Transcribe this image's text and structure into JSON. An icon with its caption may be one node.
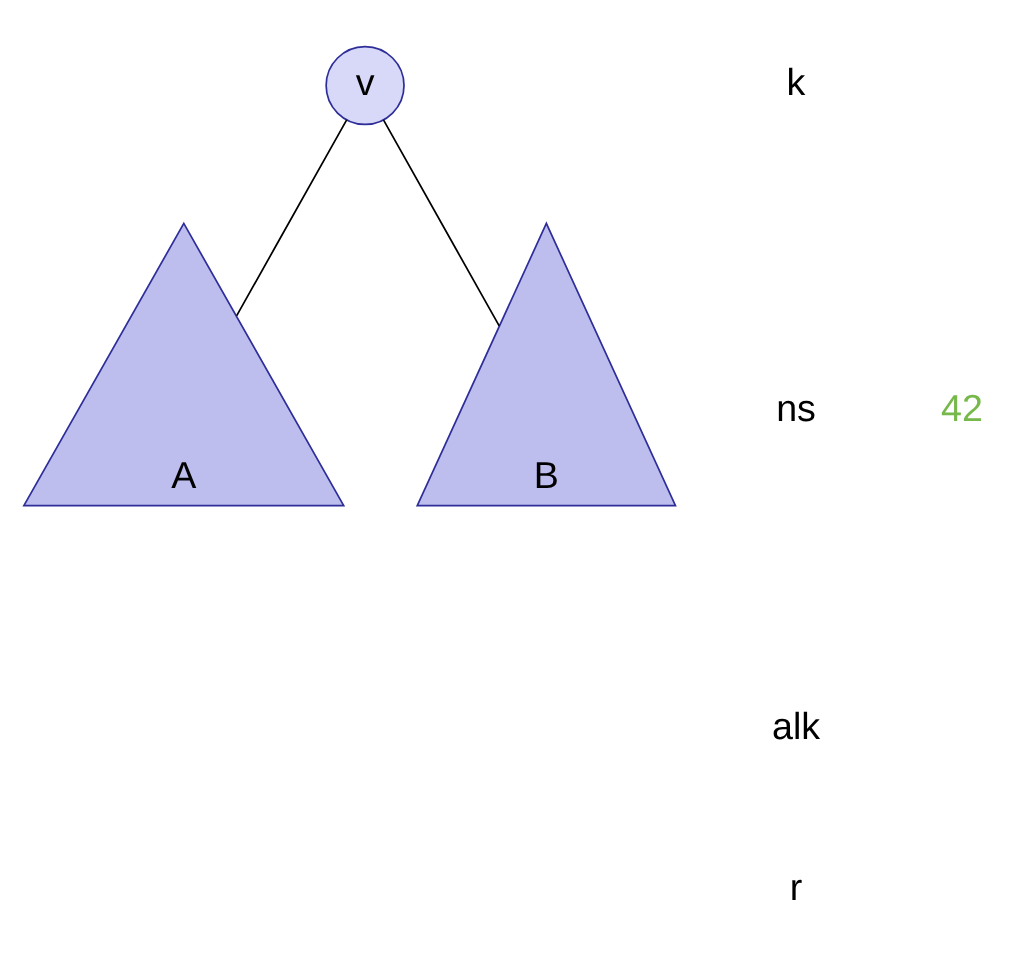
{
  "diagram": {
    "nodes": [
      {
        "text": [
          "v"
        ]
      },
      {
        "text": [
          "A"
        ]
      },
      {
        "text": [
          "B"
        ]
      }
    ],
    "edges": [
      {
        "from": 0,
        "to": 1,
        "arrow": "none"
      },
      {
        "from": 0,
        "to": 2,
        "arrow": "none"
      }
    ],
    "labels": [
      "k",
      "ns",
      "alk",
      "r",
      "42"
    ]
  }
}
